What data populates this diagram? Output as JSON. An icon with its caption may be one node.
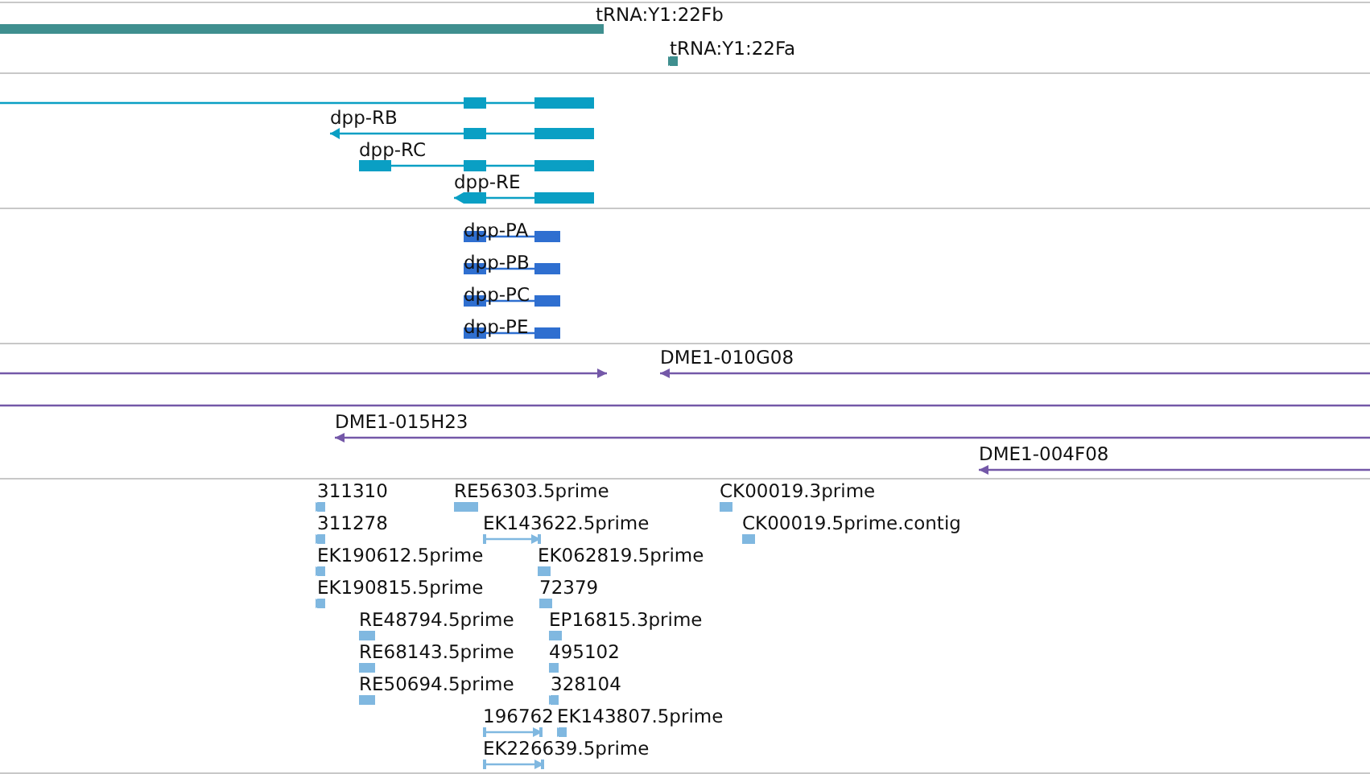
{
  "diagram": {
    "labels": [
      "tRNA:Y1:22Fb",
      "tRNA:Y1:22Fa",
      "dpp-RB",
      "dpp-RC",
      "dpp-RE",
      "dpp-PA",
      "dpp-PB",
      "dpp-PC",
      "dpp-PE",
      "DME1-010G08",
      "DME1-015H23",
      "DME1-004F08",
      "311310",
      "RE56303.5prime",
      "CK00019.3prime",
      "311278",
      "EK143622.5prime",
      "CK00019.5prime.contig",
      "EK190612.5prime",
      "EK062819.5prime",
      "EK190815.5prime",
      "72379",
      "RE48794.5prime",
      "EP16815.3prime",
      "RE68143.5prime",
      "495102",
      "RE50694.5prime",
      "328104",
      "196762",
      "EK143807.5prime",
      "EK226639.5prime"
    ]
  }
}
